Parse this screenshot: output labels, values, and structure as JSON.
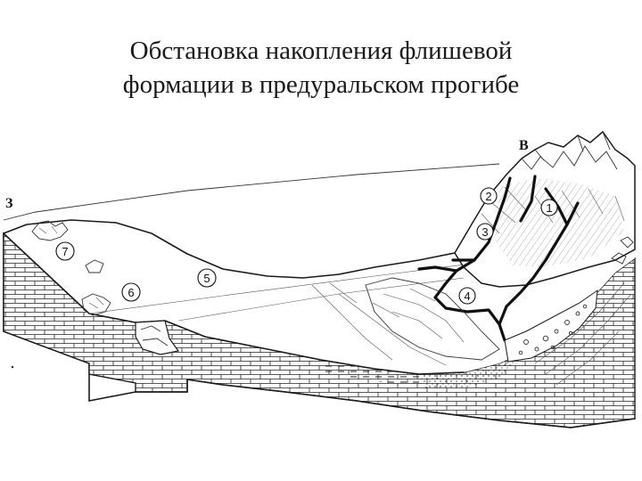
{
  "title": {
    "line1": "Обстановка накопления флишевой",
    "line2": "формации в предуральском прогибе"
  },
  "diagram": {
    "direction_west": "З",
    "direction_east": "В",
    "markers": [
      "1",
      "2",
      "3",
      "4",
      "5",
      "6",
      "7"
    ]
  }
}
